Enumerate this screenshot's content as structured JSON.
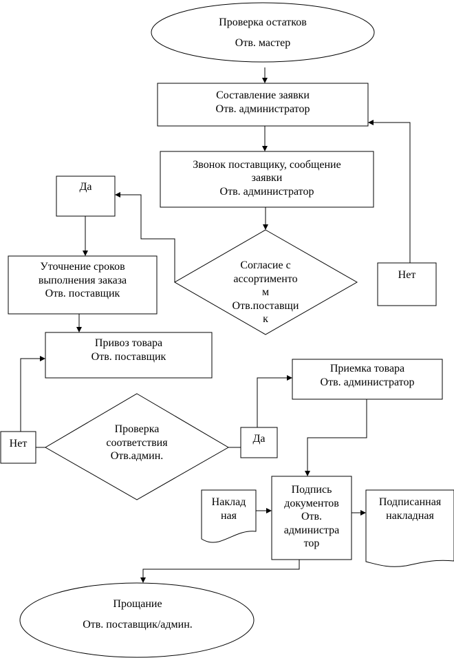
{
  "nodes": {
    "start": {
      "line1": "Проверка остатков",
      "line2": "Отв. мастер"
    },
    "request": {
      "line1": "Составление заявки",
      "line2": "Отв. администратор"
    },
    "call": {
      "line1": "Звонок поставщику, сообщение",
      "line2": "заявки",
      "line3": "Отв. администратор"
    },
    "yes_top": {
      "label": "Да"
    },
    "no_top": {
      "label": "Нет"
    },
    "agreement": {
      "line1": "Согласие с",
      "line2": "ассортименто",
      "line3": "м",
      "line4": "Отв.поставщи",
      "line5": "к"
    },
    "terms": {
      "line1": "Уточнение сроков",
      "line2": "выполнения заказа",
      "line3": "Отв. поставщик"
    },
    "delivery": {
      "line1": "Привоз товара",
      "line2": "Отв. поставщик"
    },
    "no_left": {
      "label": "Нет"
    },
    "check": {
      "line1": "Проверка",
      "line2": "соответствия",
      "line3": "Отв.админ."
    },
    "yes_mid": {
      "label": "Да"
    },
    "receive": {
      "line1": "Приемка товара",
      "line2": "Отв. администратор"
    },
    "invoice": {
      "line1": "Наклад",
      "line2": "ная"
    },
    "sign": {
      "line1": "Подпись",
      "line2": "документов",
      "line3": "Отв.",
      "line4": "администра",
      "line5": "тор"
    },
    "signed": {
      "line1": "Подписанная",
      "line2": "накладная"
    },
    "end": {
      "line1": "Прощание",
      "line2": "Отв. поставщик/админ."
    }
  }
}
